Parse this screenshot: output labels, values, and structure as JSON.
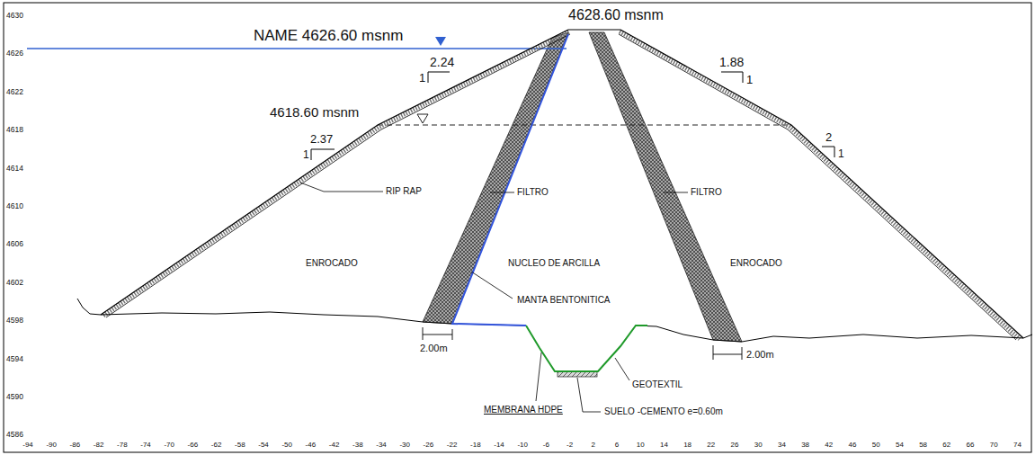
{
  "diagram": {
    "labels": [
      "NAME 4626.60 msnm",
      "4628.60 msnm",
      "2.24",
      "1",
      "1.88",
      "1",
      "4618.60 msnm",
      "2.37",
      "1",
      "RIP RAP",
      "2",
      "1",
      "FILTRO",
      "FILTRO",
      "ENROCADO",
      "NUCLEO DE ARCILLA",
      "ENROCADO",
      "MANTA BENTONITICA",
      "2.00m",
      "2.00m",
      "GEOTEXTIL",
      "MEMBRANA HDPE",
      "SUELO -CEMENTO e=0.60m",
      "4630",
      "4626",
      "4622",
      "4618",
      "4614",
      "4610",
      "4606",
      "4602",
      "4598",
      "4594",
      "4590",
      "4586",
      "-94",
      "-90",
      "-86",
      "-82",
      "-78",
      "-74",
      "-70",
      "-66",
      "-62",
      "-58",
      "-54",
      "-50",
      "-46",
      "-42",
      "-38",
      "-34",
      "-30",
      "-26",
      "-22",
      "-18",
      "-14",
      "-10",
      "-6",
      "-2",
      "2",
      "6",
      "10",
      "14",
      "18",
      "22",
      "26",
      "30",
      "34",
      "38",
      "42",
      "46",
      "50",
      "54",
      "58",
      "62",
      "66",
      "70",
      "74"
    ]
  }
}
